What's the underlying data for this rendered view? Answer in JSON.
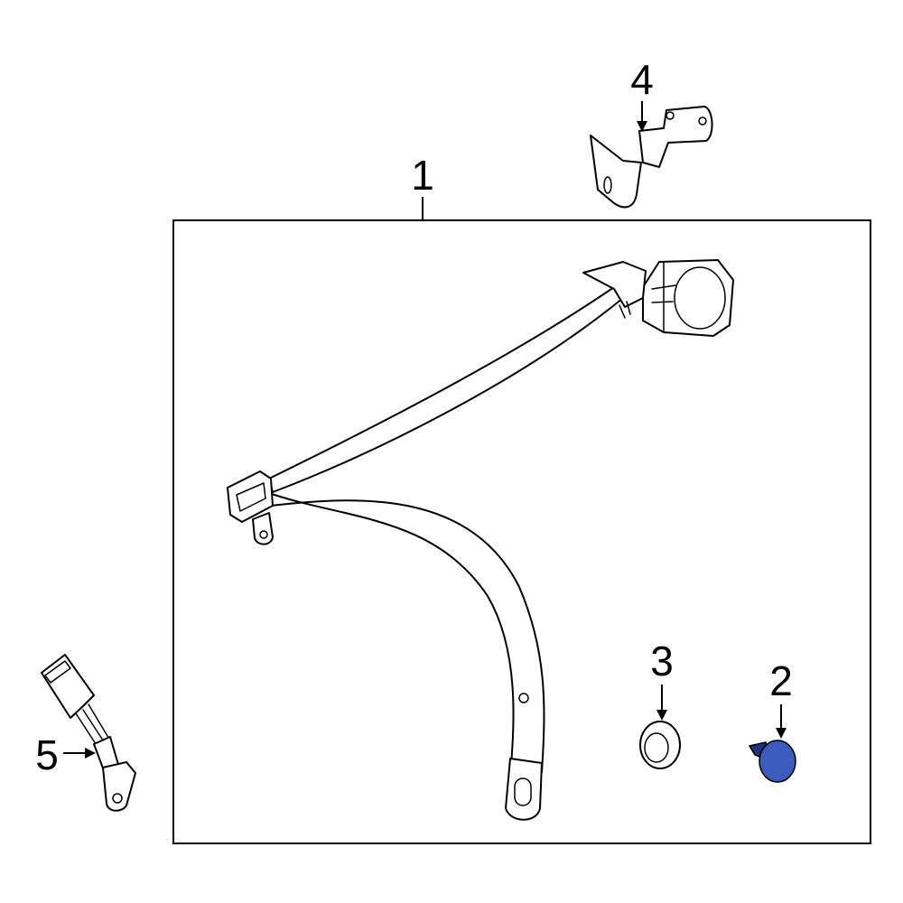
{
  "callouts": {
    "p1": "1",
    "p2": "2",
    "p3": "3",
    "p4": "4",
    "p5": "5"
  },
  "colors": {
    "highlight": "#3b5bbf",
    "highlight_dark": "#1f2f80",
    "line": "#000000"
  }
}
